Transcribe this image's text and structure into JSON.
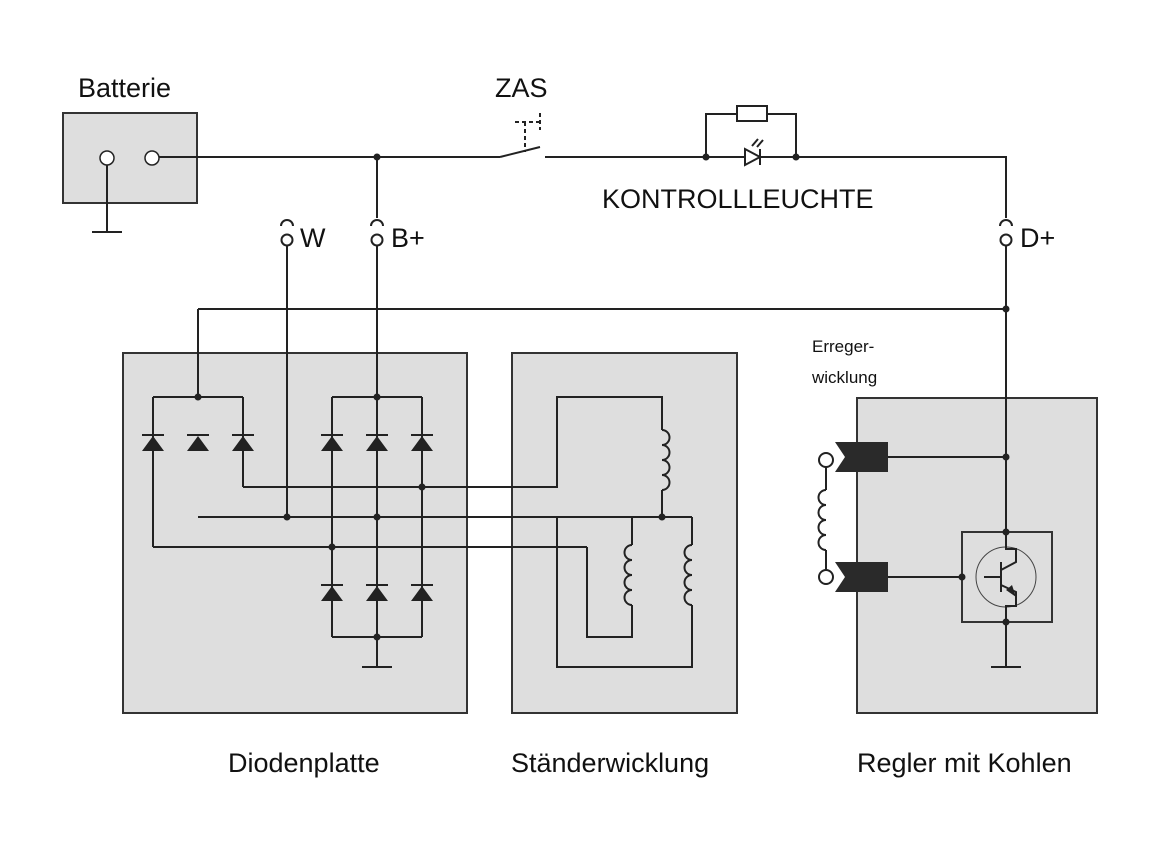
{
  "labels": {
    "battery": "Batterie",
    "ignition_switch": "ZAS",
    "warning_lamp": "KONTROLLLEUCHTE",
    "terminal_w": "W",
    "terminal_b_plus": "B+",
    "terminal_d_plus": "D+",
    "field_winding_line1": "Erreger-",
    "field_winding_line2": "wicklung",
    "diode_plate": "Diodenplatte",
    "stator_winding": "Ständerwicklung",
    "regulator": "Regler mit Kohlen"
  },
  "colors": {
    "wire": "#222222",
    "component_fill": "#dedede",
    "brush": "#2a2a2a"
  }
}
